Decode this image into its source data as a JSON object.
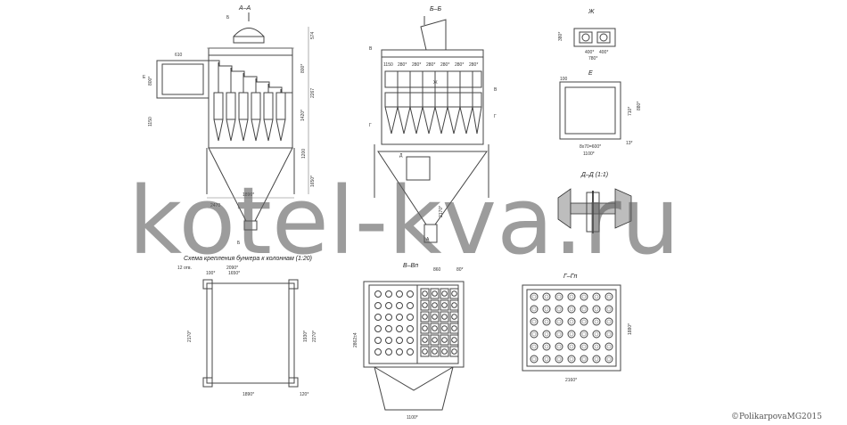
{
  "watermark": "kotel-kva.ru",
  "copyright": "©PolikarpovaMG2015",
  "labels": {
    "section_aa": "А–А",
    "section_bb": "Б–Б",
    "label_a": "А",
    "label_b": "Б",
    "label_e": "Е",
    "label_zh": "Ж",
    "label_d": "Д",
    "label_v": "В",
    "label_g": "Г",
    "view_e": "Е",
    "view_dd": "Д–Д (1:1)",
    "view_vv": "В–Вп",
    "view_gg": "Г–Гп",
    "mount_scheme": "Схема крепления бункера к колоннам (1:20)"
  },
  "dims": {
    "d610": "610",
    "d574": "574",
    "d800a": "800*",
    "d800b": "800*",
    "d1150": "1150",
    "d1420": "1420*",
    "d2267": "2267",
    "d1650v": "1650*",
    "d1896": "1896*",
    "d2470": "2470",
    "d1200": "1200",
    "s1150": "1150",
    "s280a": "280*",
    "s280b": "280*",
    "s280c": "280*",
    "s280d": "280*",
    "s280e": "280*",
    "s280f": "280*",
    "s2170": "2170*",
    "zh400a": "400*",
    "zh400b": "400*",
    "zh380": "380*",
    "zh780": "780*",
    "e100": "100",
    "e1100": "1100*",
    "e_bolt": "8x70=600*",
    "e880": "880*",
    "e13": "13*",
    "e710": "710*",
    "m2090": "2090*",
    "m1650": "1650*",
    "m100": "100*",
    "m2170": "2170*",
    "m1930": "1930*",
    "m2270": "2270*",
    "m1890": "1890*",
    "m120": "120*",
    "m_bolt": "12 отв."
  },
  "views_data": {
    "v_dims": {
      "w860": "860",
      "w80": "80*",
      "h2862": "2862±4",
      "b1100": "1100*"
    },
    "g_dims": {
      "w2160": "2160*",
      "h1880": "1880*"
    }
  }
}
